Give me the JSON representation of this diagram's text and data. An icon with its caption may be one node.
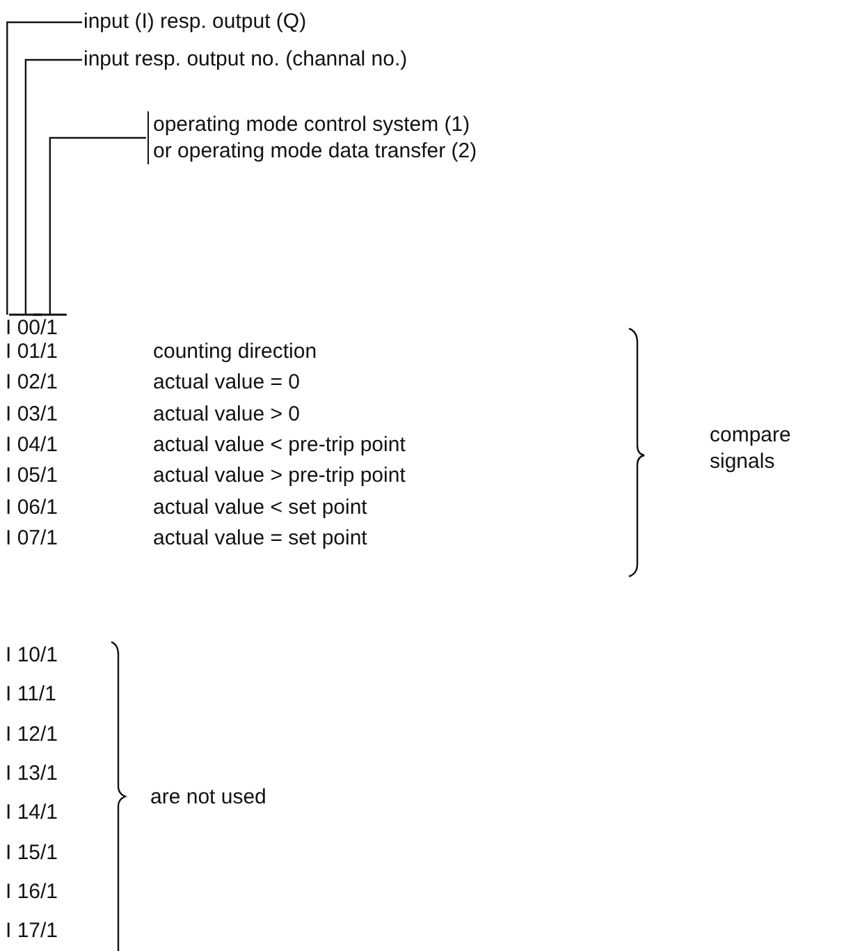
{
  "diagram": {
    "nodes": [
      {
        "text": [
          "input (I) resp. output (Q)"
        ]
      },
      {
        "text": [
          "input resp. output no. (channal no.)"
        ]
      },
      {
        "text": [
          "operating mode control system (1) or operating mode data transfer (2)"
        ]
      },
      {
        "text": [
          "I 00/1"
        ]
      }
    ],
    "edges": [
      {
        "from": 0,
        "to": 3,
        "arrow": "none"
      },
      {
        "from": 1,
        "to": 3,
        "arrow": "other"
      },
      {
        "from": 2,
        "to": 3,
        "arrow": "other"
      }
    ],
    "labels": [
      "I 01/1",
      "counting direction",
      "I 02/1",
      "actual value = 0",
      "I 03/1",
      "actual value > 0",
      "I 04/1",
      "actual value < pre-trip point",
      "I 05/1",
      "actual value > pre-trip point",
      "I 06/1",
      "actual value < set point",
      "I 07/1",
      "actual value = set point",
      "compare signals",
      "I 10/1",
      "I 11/1",
      "I 12/1",
      "I 13/1",
      "I 14/1",
      "I 15/1",
      "I 16/1",
      "I 17/1",
      "are not used"
    ]
  }
}
